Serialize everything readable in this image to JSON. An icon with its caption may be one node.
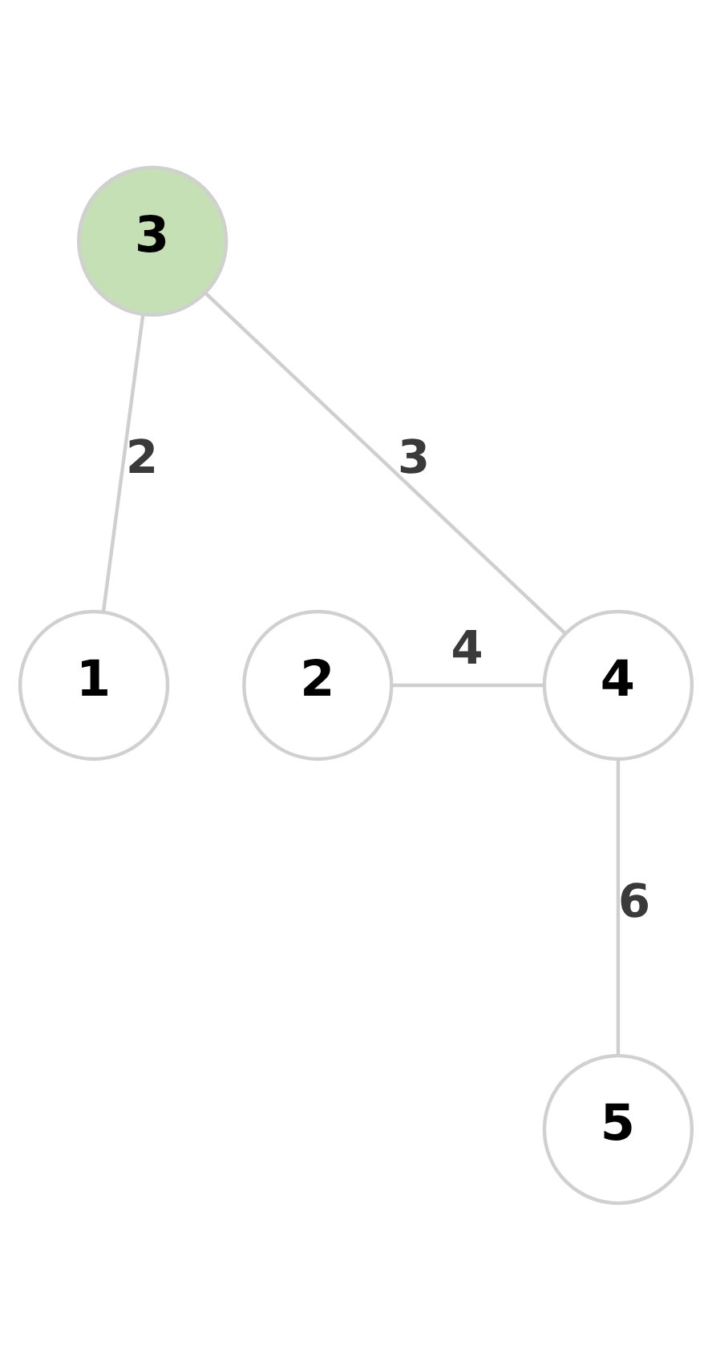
{
  "diagram": {
    "nodes": [
      {
        "text": [
          "3"
        ]
      },
      {
        "text": [
          "1"
        ]
      },
      {
        "text": [
          "2"
        ]
      },
      {
        "text": [
          "4"
        ]
      },
      {
        "text": [
          "5"
        ]
      }
    ],
    "edges": [
      {
        "from": 0,
        "to": 1,
        "arrow": "none",
        "label": "2"
      },
      {
        "from": 0,
        "to": 3,
        "arrow": "none",
        "label": "3"
      },
      {
        "from": 2,
        "to": 3,
        "arrow": "none",
        "label": "4"
      },
      {
        "from": 3,
        "to": 4,
        "arrow": "none",
        "label": "6"
      }
    ]
  }
}
